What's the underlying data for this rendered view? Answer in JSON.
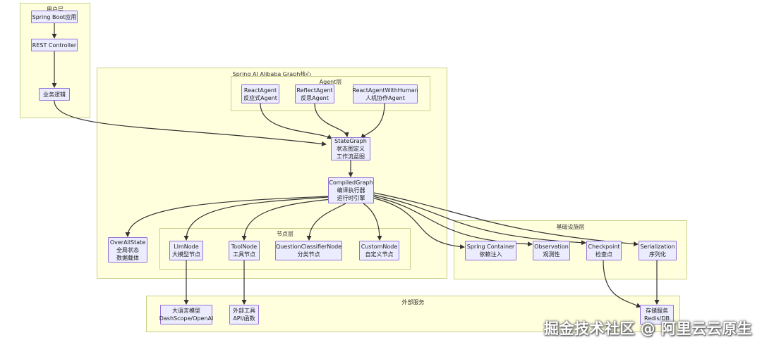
{
  "groups": {
    "user_layer": "用户层",
    "core": "Spring AI Alibaba Graph核心",
    "agent_layer": "Agent层",
    "node_layer": "节点层",
    "infra_layer": "基础设施层",
    "external": "外部服务"
  },
  "nodes": {
    "spring_boot": [
      "Spring Boot应用"
    ],
    "rest_controller": [
      "REST Controller"
    ],
    "business_logic": [
      "业务逻辑"
    ],
    "react_agent": [
      "ReactAgent",
      "反应式Agent"
    ],
    "reflect_agent": [
      "ReflectAgent",
      "反思Agent"
    ],
    "react_human": [
      "ReactAgentWithHuman",
      "人机协作Agent"
    ],
    "state_graph": [
      "StateGraph",
      "状态图定义",
      "工作流蓝图"
    ],
    "compiled_graph": [
      "CompiledGraph",
      "编译执行器",
      "运行时引擎"
    ],
    "overall_state": [
      "OverAllState",
      "全局状态",
      "数据载体"
    ],
    "llm_node": [
      "LlmNode",
      "大模型节点"
    ],
    "tool_node": [
      "ToolNode",
      "工具节点"
    ],
    "qc_node": [
      "QuestionClassifierNode",
      "分类节点"
    ],
    "custom_node": [
      "CustomNode",
      "自定义节点"
    ],
    "spring_container": [
      "Spring Container",
      "依赖注入"
    ],
    "observation": [
      "Observation",
      "观测性"
    ],
    "checkpoint": [
      "Checkpoint",
      "检查点"
    ],
    "serialization": [
      "Serialization",
      "序列化"
    ],
    "llm_service": [
      "大语言模型",
      "DashScope/OpenAI"
    ],
    "external_tools": [
      "外部工具",
      "API/函数"
    ],
    "storage": [
      "存储服务",
      "Redis/DB"
    ]
  },
  "watermark": "掘金技术社区 @ 阿里云云原生"
}
